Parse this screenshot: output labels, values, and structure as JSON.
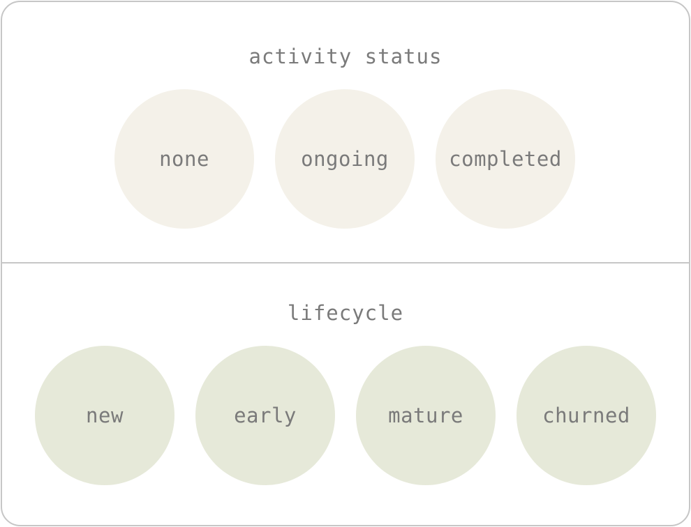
{
  "groups": [
    {
      "title": "activity status",
      "items": [
        "none",
        "ongoing",
        "completed"
      ]
    },
    {
      "title": "lifecycle",
      "items": [
        "new",
        "early",
        "mature",
        "churned"
      ]
    }
  ],
  "colors": {
    "border": "#c6c6c6",
    "text": "#7a7a7a",
    "activity_fill": "#f4f1e9",
    "lifecycle_fill": "#e6e9d9"
  }
}
